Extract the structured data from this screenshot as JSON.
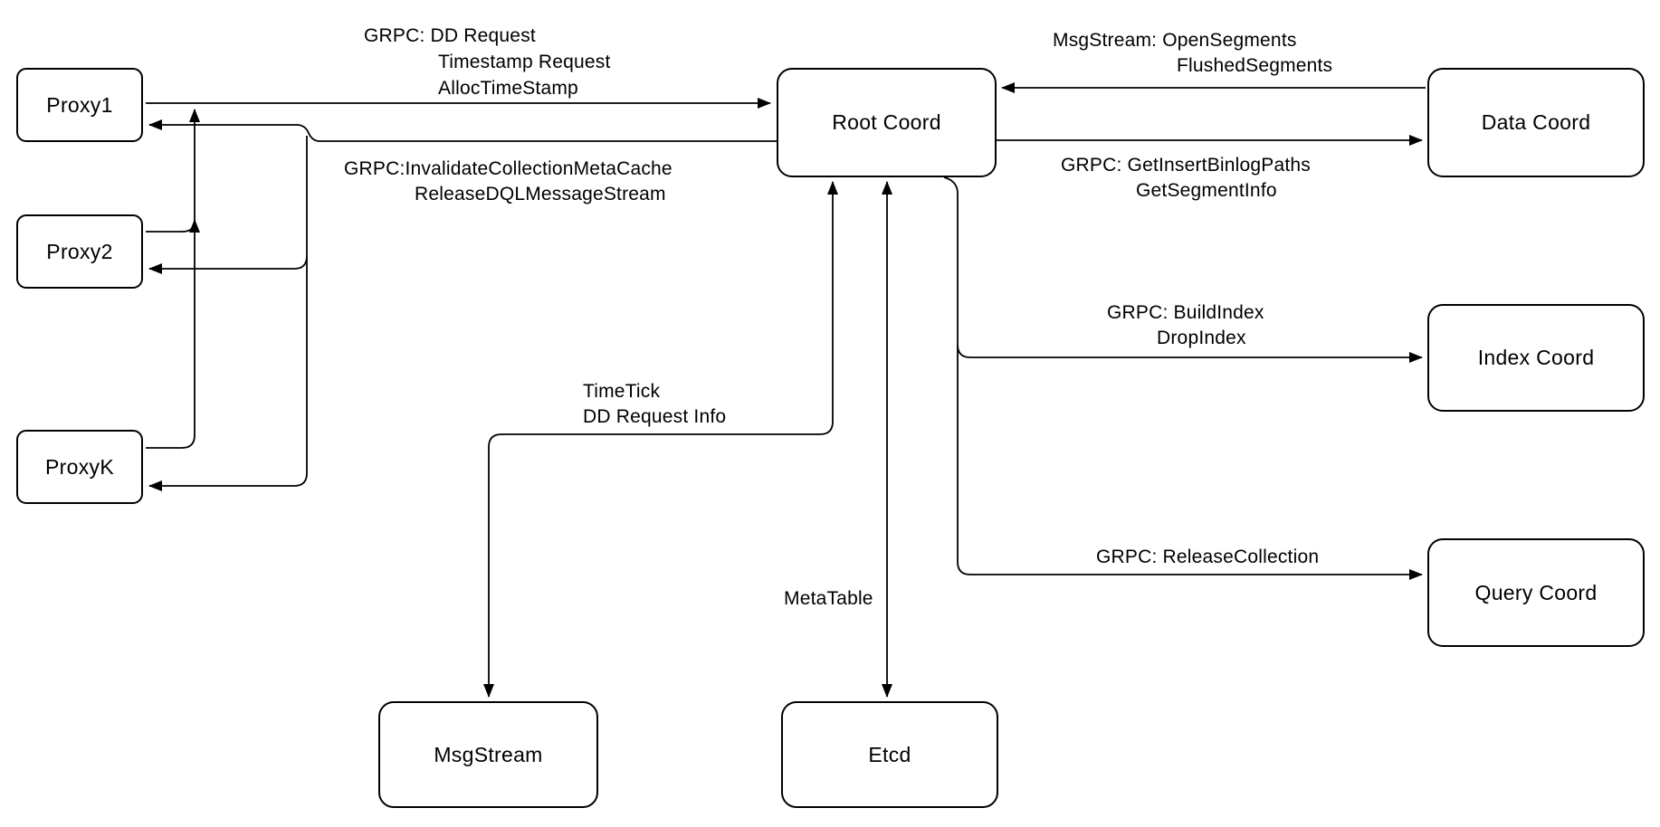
{
  "colors": {
    "background": "#ffffff",
    "node_fill": "#ffffff",
    "stroke": "#000000",
    "text": "#000000"
  },
  "nodes": {
    "proxy1": {
      "label": "Proxy1"
    },
    "proxy2": {
      "label": "Proxy2"
    },
    "proxyk": {
      "label": "ProxyK"
    },
    "root_coord": {
      "label": "Root Coord"
    },
    "data_coord": {
      "label": "Data Coord"
    },
    "index_coord": {
      "label": "Index Coord"
    },
    "query_coord": {
      "label": "Query Coord"
    },
    "msgstream": {
      "label": "MsgStream"
    },
    "etcd": {
      "label": "Etcd"
    }
  },
  "edge_labels": {
    "proxies_to_root": {
      "lines": [
        "GRPC: DD Request",
        "Timestamp Request",
        "AllocTimeStamp"
      ]
    },
    "root_to_proxies": {
      "lines": [
        "GRPC:InvalidateCollectionMetaCache",
        "ReleaseDQLMessageStream"
      ]
    },
    "data_to_root": {
      "lines": [
        "MsgStream: OpenSegments",
        "FlushedSegments"
      ]
    },
    "root_to_data": {
      "lines": [
        "GRPC: GetInsertBinlogPaths",
        "GetSegmentInfo"
      ]
    },
    "root_to_index": {
      "lines": [
        "GRPC: BuildIndex",
        "DropIndex"
      ]
    },
    "root_to_query": {
      "lines": [
        "GRPC: ReleaseCollection"
      ]
    },
    "root_to_msgstream": {
      "lines": [
        "TimeTick",
        "DD Request Info"
      ]
    },
    "root_to_etcd": {
      "lines": [
        "MetaTable"
      ]
    }
  }
}
